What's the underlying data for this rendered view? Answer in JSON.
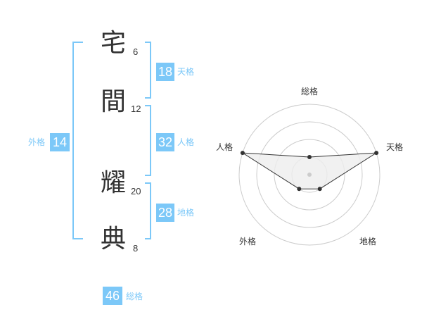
{
  "name": {
    "characters": [
      {
        "char": "宅",
        "strokes": "6"
      },
      {
        "char": "間",
        "strokes": "12"
      },
      {
        "char": "耀",
        "strokes": "20"
      },
      {
        "char": "典",
        "strokes": "8"
      }
    ]
  },
  "fortune": {
    "tenkaku": {
      "value": "18",
      "label": "天格"
    },
    "jinkaku": {
      "value": "32",
      "label": "人格"
    },
    "chikaku": {
      "value": "28",
      "label": "地格"
    },
    "gaikaku": {
      "value": "14",
      "label": "外格"
    },
    "soukaku": {
      "value": "46",
      "label": "総格"
    }
  },
  "colors": {
    "accent": "#7cc8f8",
    "text": "#333333",
    "grid": "#cccccc",
    "fill": "#eeeeee"
  },
  "chart_data": {
    "type": "radar",
    "axes": [
      "総格",
      "天格",
      "地格",
      "外格",
      "人格"
    ],
    "values": [
      1,
      4,
      1,
      1,
      4
    ],
    "rmax": 4,
    "rings": 4
  }
}
